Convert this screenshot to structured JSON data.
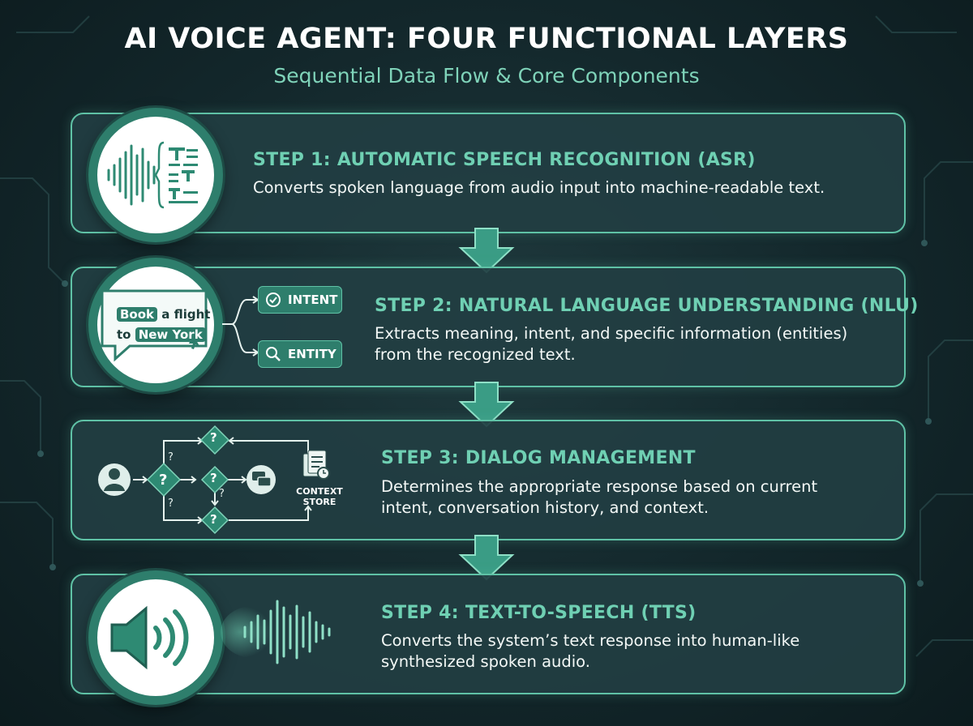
{
  "header": {
    "title": "AI VOICE AGENT: FOUR FUNCTIONAL LAYERS",
    "subtitle": "Sequential Data Flow & Core Components"
  },
  "steps": [
    {
      "title": "STEP 1: AUTOMATIC SPEECH RECOGNITION (ASR)",
      "description": "Converts spoken language from audio input into machine-readable text.",
      "icon": "waveform-to-text-icon"
    },
    {
      "title": "STEP 2: NATURAL LANGUAGE UNDERSTANDING (NLU)",
      "description_line1": "Extracts meaning, intent, and specific information (entities)",
      "description_line2": "from the recognized text.",
      "icon": "speech-bubble-icon",
      "bubble": {
        "word1": "Book",
        "rest1": " a flight",
        "word2_prefix": "to ",
        "word2": "New York"
      },
      "outputs": {
        "intent": "INTENT",
        "entity": "ENTITY"
      }
    },
    {
      "title": "STEP 3: DIALOG MANAGEMENT",
      "description_line1": "Determines the appropriate response based on current",
      "description_line2": "intent, conversation history, and context.",
      "icon": "decision-flow-icon",
      "context_store_line1": "CONTEXT",
      "context_store_line2": "STORE",
      "decision_mark": "?"
    },
    {
      "title": "STEP 4: TEXT-TO-SPEECH (TTS)",
      "description_line1": "Converts the system’s text response into human-like",
      "description_line2": "synthesized spoken audio.",
      "icon": "speaker-icon"
    }
  ],
  "colors": {
    "accent": "#5fc2a6",
    "accent_dark": "#2e7e6c",
    "title_green": "#6fd0b3",
    "background": "#13272b"
  }
}
